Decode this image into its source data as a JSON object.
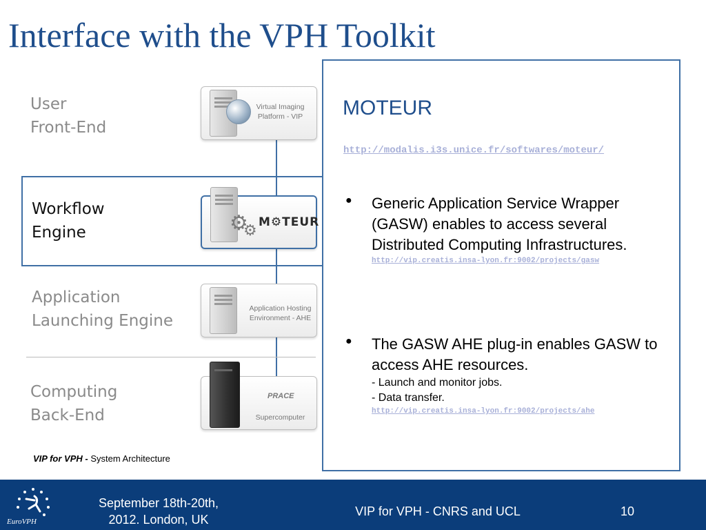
{
  "slide": {
    "title": "Interface with the VPH Toolkit"
  },
  "diagram": {
    "layers": [
      {
        "label": "User\nFront-End"
      },
      {
        "label": "Workflow\nEngine"
      },
      {
        "label": "Application\nLaunching Engine"
      },
      {
        "label": "Computing\nBack-End"
      }
    ],
    "nodes": [
      {
        "caption": "Virtual Imaging\nPlatform - VIP"
      },
      {
        "caption": "M⚙TEUR"
      },
      {
        "caption": "Application Hosting\nEnvironment - AHE"
      },
      {
        "caption": "Supercomputer",
        "badge": "PRACE"
      }
    ],
    "caption_bold": "VIP for VPH -",
    "caption_rest": " System Architecture"
  },
  "panel": {
    "title": "MOTEUR",
    "url": "http://modalis.i3s.unice.fr/softwares/moteur/",
    "bullets": [
      {
        "text": "Generic Application Service Wrapper (GASW) enables to access several Distributed Computing Infrastructures.",
        "url": "http://vip.creatis.insa-lyon.fr:9002/projects/gasw"
      },
      {
        "text": "The GASW AHE plug-in enables GASW to access AHE resources.",
        "sub1": "- Launch and monitor jobs.",
        "sub2": "- Data transfer.",
        "url": "http://vip.creatis.insa-lyon.fr:9002/projects/ahe"
      }
    ]
  },
  "footer": {
    "date": "September 18th-20th,\n2012. London, UK",
    "center": "VIP for VPH - CNRS and UCL",
    "page": "10",
    "logo_text": "EuroVPH"
  },
  "colors": {
    "title": "#1f4e8c",
    "frame": "#3f6fa5",
    "footer_bg": "#0b3d7a",
    "link": "#a8b0d8"
  }
}
